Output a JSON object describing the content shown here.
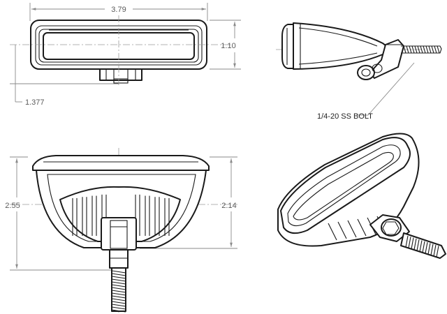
{
  "dimensions": {
    "width": "3.79",
    "front_height": "1.10",
    "offset": "1.377",
    "overall_height": "2.55",
    "lens_height": "2.14"
  },
  "callout": {
    "bolt": "1/4-20 SS BOLT"
  }
}
